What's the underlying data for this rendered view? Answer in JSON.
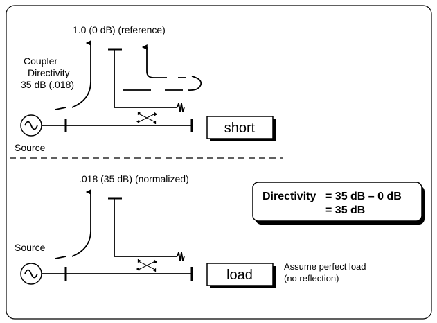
{
  "top": {
    "reference_label": "1.0  (0 dB)  (reference)",
    "coupler_line1": "Coupler",
    "coupler_line2": "Directivity",
    "coupler_line3": "35 dB (.018)",
    "source_label": "Source",
    "termination_label": "short"
  },
  "bottom": {
    "normalized_label": ".018 (35 dB) (normalized)",
    "source_label": "Source",
    "termination_label": "load",
    "note_line1": "Assume perfect load",
    "note_line2": "(no reflection)"
  },
  "equation": {
    "line1_left": "Directivity",
    "line1_right": "= 35 dB – 0 dB",
    "line2_right": "= 35 dB"
  }
}
